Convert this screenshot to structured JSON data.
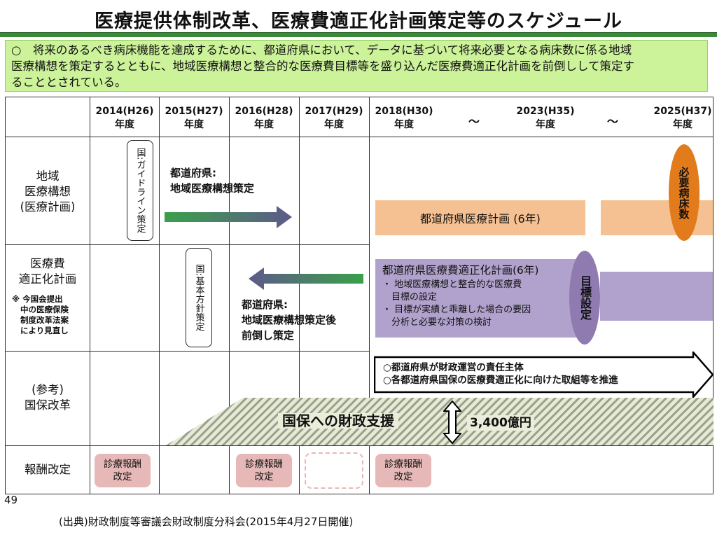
{
  "title": "医療提供体制改革、医療費適正化計画策定等のスケジュール",
  "intro": {
    "lines": [
      "○　将来のあるべき病床機能を達成するために、都道府県において、データに基づいて将来必要となる病床数に係る地域",
      "医療構想を策定するとともに、地域医療構想と整合的な医療費目標等を盛り込んだ医療費適正化計画を前倒しして策定す",
      "ることとされている。"
    ]
  },
  "years": [
    {
      "year": "2014(H26)",
      "unit": "年度"
    },
    {
      "year": "2015(H27)",
      "unit": "年度"
    },
    {
      "year": "2016(H28)",
      "unit": "年度"
    },
    {
      "year": "2017(H29)",
      "unit": "年度"
    },
    {
      "year": "2018(H30)",
      "unit": "年度"
    },
    {
      "year": "2023(H35)",
      "unit": "年度"
    },
    {
      "year": "2025(H37)",
      "unit": "年度"
    }
  ],
  "tilde": "～",
  "rows": {
    "chiiki": {
      "lines": [
        "地域",
        "医療構想",
        "(医療計画)"
      ]
    },
    "tekisei": {
      "lines": [
        "医療費",
        "適正化計画"
      ],
      "note": [
        "※ 今国会提出",
        "中の医療保険",
        "制度改革法案",
        "により見直し"
      ]
    },
    "kokuho": {
      "lines": [
        "(参考)",
        "国保改革"
      ]
    },
    "hoshu": {
      "lines": [
        "報酬改定"
      ]
    }
  },
  "chiiki_row": {
    "guideline": "国:ガイドライン策定",
    "pref_label": [
      "都道府県:",
      "地域医療構想策定"
    ],
    "plan_label": "都道府県医療計画 (6年)",
    "need_beds": "必要病床数"
  },
  "tekisei_row": {
    "kihon": "国:基本方針策定",
    "pref_label": [
      "都道府県:",
      "地域医療構想策定後",
      "前倒し策定"
    ],
    "plan_title": "都道府県医療費適正化計画(6年)",
    "plan_items": [
      "・ 地域医療構想と整合的な医療費",
      "　目標の設定",
      "・ 目標が実績と乖離した場合の要因",
      "　分析と必要な対策の検討"
    ],
    "target": "目標設定"
  },
  "kokuho_row": {
    "arrow_lines": [
      "○都道府県が財政運営の責任主体",
      "○各都道府県国保の医療費適正化に向けた取組等を推進"
    ],
    "support": "国保への財政支援",
    "amount": "3,400億円"
  },
  "hoshu_row": {
    "items": [
      [
        "診療報酬",
        "改定"
      ],
      [
        "診療報酬",
        "改定"
      ],
      [
        "診療報酬",
        "改定"
      ]
    ]
  },
  "page_number": "49",
  "source": "(出典)財政制度等審議会財政制度分科会(2015年4月27日開催)",
  "colors": {
    "green_band": "#3a8a3a",
    "intro_bg": "#ccf29a",
    "plan_orange": "#f6c192",
    "need_oval": "#e27b1c",
    "plan_purple": "#b0a2cc",
    "target_oval": "#8f7bb0",
    "kaitei_pink": "#e6b9b8"
  }
}
